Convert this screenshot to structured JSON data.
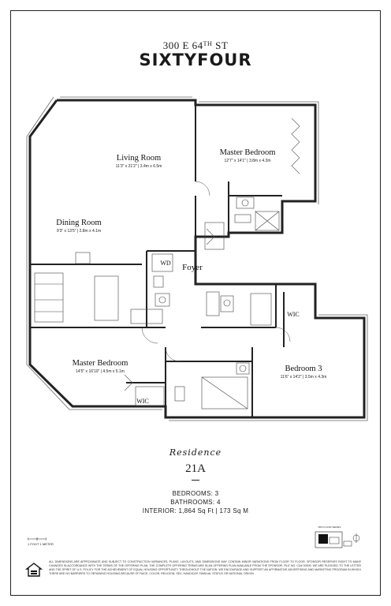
{
  "header": {
    "address_num": "300 E 64",
    "address_sup": "TH",
    "address_st": "ST",
    "building": "SIXTYFOUR"
  },
  "rooms": {
    "living": {
      "name": "Living Room",
      "dims": "11'3\" x 21'2\" | 3.4m x 6.5m"
    },
    "master1": {
      "name": "Master Bedroom",
      "dims": "12'7\" x 14'1\" | 3.8m x 4.3m"
    },
    "dining": {
      "name": "Dining Room",
      "dims": "9'3\" x 13'5\" | 2.8m x 4.1m"
    },
    "foyer": {
      "name": "Foyer"
    },
    "wd": {
      "name": "WD"
    },
    "wic_right": {
      "name": "WIC"
    },
    "master2": {
      "name": "Master Bedroom",
      "dims": "14'5\" x 16'10\" | 4.5m x 5.1m"
    },
    "bedroom3": {
      "name": "Bedroom 3",
      "dims": "11'6\" x 14'2\" | 3.5m x 4.3m"
    },
    "wic_left": {
      "name": "WIC"
    }
  },
  "residence": {
    "script": "Residence",
    "unit": "21A",
    "bedrooms": "BEDROOMS: 3",
    "bathrooms": "BATHROOMS: 4",
    "interior": "INTERIOR: 1,864 Sq Ft | 173 Sq M"
  },
  "scale_label": "1 FOOT    1 METER",
  "keyplan_label": "58th FLOOR SERIES",
  "disclaimer": "All dimensions are approximate and subject to construction variances. Plans, layouts, and dimensions may contain minor variations from floor to floor. Sponsor reserves right to make changes in accordance with the terms of the offering plan. The complete offering terms are in an offering plan available from the sponsor. File No. CD# 00000. We are pledged to the letter and the spirit of U.S. policy for the achievement of equal housing opportunity throughout the nation. We encourage and support an affirmative advertising and marketing program in which there are no barriers to obtaining housing because of race, color, religion, sex, handicap, familial status or national origin."
}
